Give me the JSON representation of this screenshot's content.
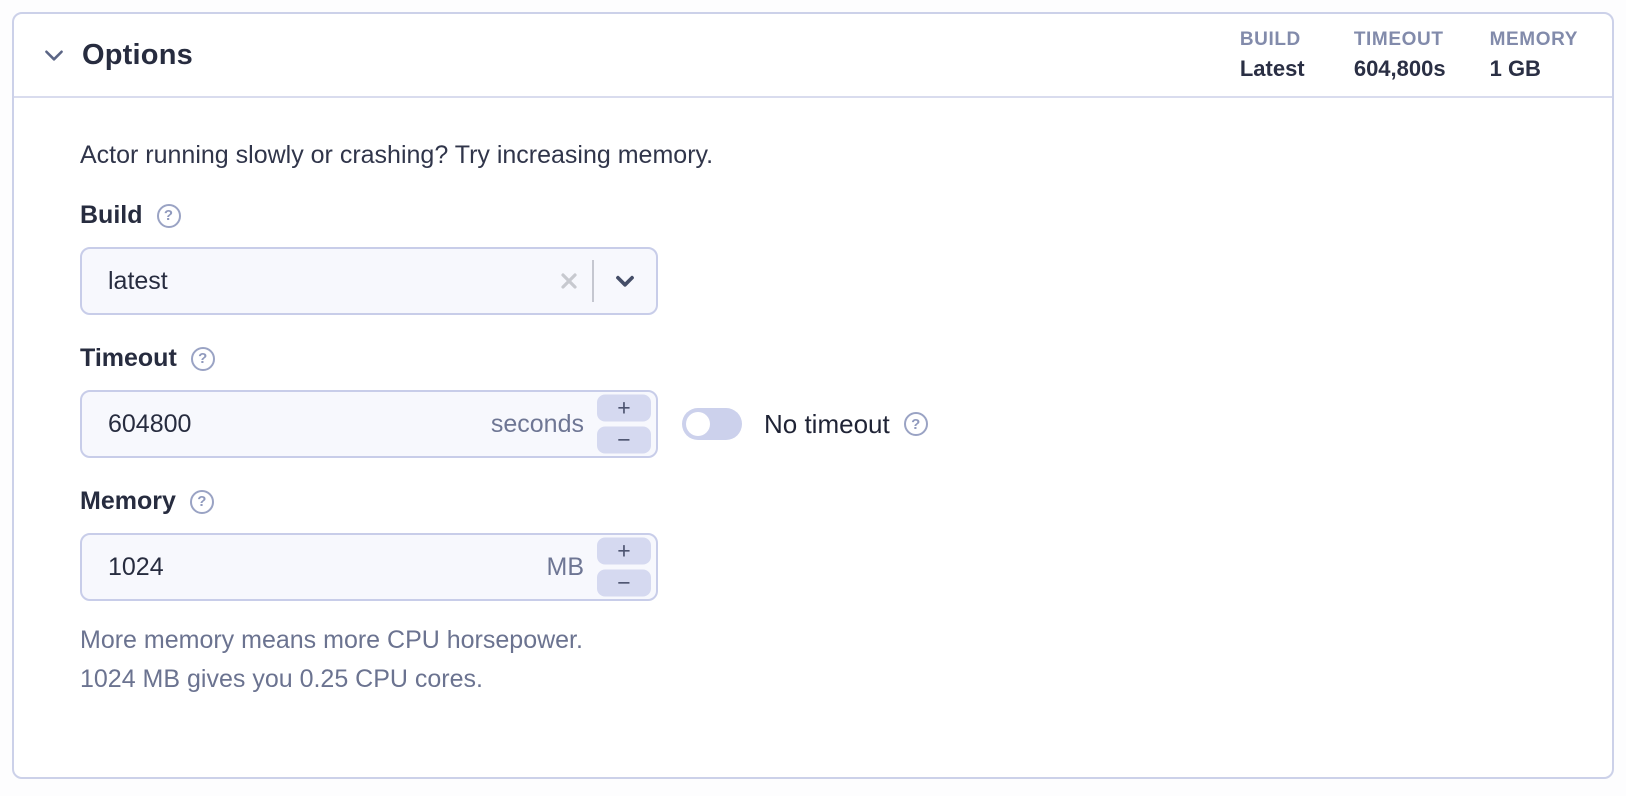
{
  "colors": {
    "panel_border": "#ccd1e9",
    "header_divider": "#d9dcee",
    "dark_text": "#272c3f",
    "muted_text": "#6b7390",
    "summary_label": "#828bab",
    "control_bg": "#f7f8fd",
    "control_border": "#c8cde9",
    "stepper_bg": "#d5d9f0",
    "toggle_track_off": "#ccd1ec",
    "help_icon": "#9aa3c4"
  },
  "panel": {
    "title": "Options",
    "summary": [
      {
        "label": "BUILD",
        "value": "Latest"
      },
      {
        "label": "TIMEOUT",
        "value": "604,800s"
      },
      {
        "label": "MEMORY",
        "value": "1 GB"
      }
    ],
    "intro": "Actor running slowly or crashing? Try increasing memory.",
    "fields": {
      "build": {
        "label": "Build",
        "value": "latest"
      },
      "timeout": {
        "label": "Timeout",
        "value": "604800",
        "unit": "seconds",
        "no_timeout_label": "No timeout"
      },
      "memory": {
        "label": "Memory",
        "value": "1024",
        "unit": "MB",
        "help_lines": [
          "More memory means more CPU horsepower.",
          "1024 MB gives you 0.25 CPU cores."
        ]
      }
    }
  },
  "icons": {
    "help": "?",
    "plus": "+",
    "minus": "−"
  }
}
